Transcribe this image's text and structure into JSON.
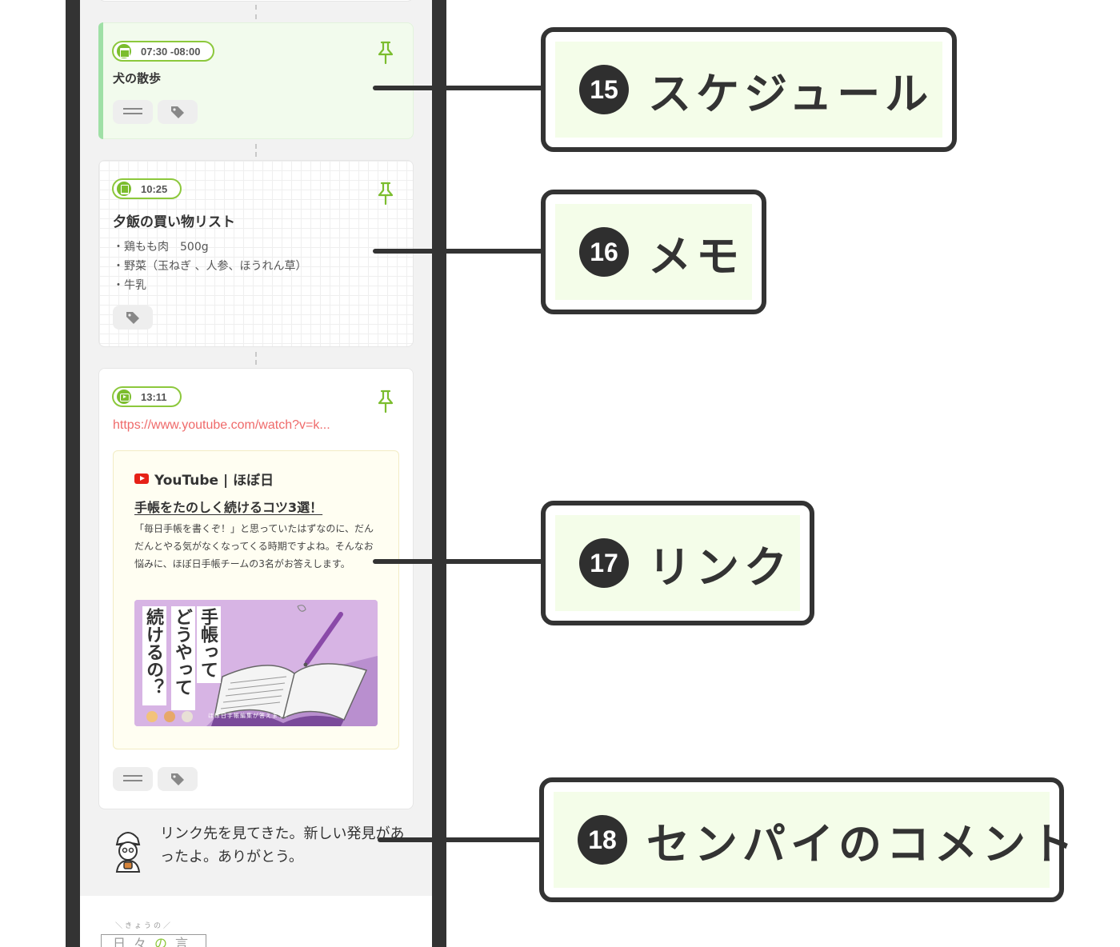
{
  "cards": {
    "schedule": {
      "time": "07:30 -08:00",
      "title": "犬の散歩"
    },
    "memo": {
      "time": "10:25",
      "title": "夕飯の買い物リスト",
      "lines": [
        "・鶏もも肉　500g",
        "・野菜（玉ねぎ 、人参、ほうれん草）",
        "・牛乳"
      ]
    },
    "link": {
      "time": "13:11",
      "url": "https://www.youtube.com/watch?v=k...",
      "preview": {
        "source": "YouTube | ほぼ日",
        "title": "手帳をたのしく続けるコツ3選！",
        "description": "「毎日手帳を書くぞ！」と思っていたはずなのに、だんだんとやる気がなくなってくる時期ですよね。そんなお悩みに、ほぼ日手帳チームの3名がお答えします。",
        "thumb_lines": [
          "手帳って",
          "どうやって",
          "続けるの？"
        ],
        "thumb_caption": "ほぼ日手帳編集が答えます！"
      }
    }
  },
  "comment": {
    "text": "リンク先を見てきた。新しい発見があったよ。ありがとう。"
  },
  "footer_logo": {
    "small": "＼きょうの／",
    "parts": [
      "日々",
      "の",
      "言葉"
    ]
  },
  "callouts": [
    {
      "number": "15",
      "label": "スケジュール"
    },
    {
      "number": "16",
      "label": "メモ"
    },
    {
      "number": "17",
      "label": "リンク"
    },
    {
      "number": "18",
      "label": "センパイのコメント"
    }
  ],
  "colors": {
    "accent_green": "#8cc83c",
    "schedule_bar": "#9fe0a6",
    "link_red": "#ef6a6a",
    "frame": "#333333"
  }
}
